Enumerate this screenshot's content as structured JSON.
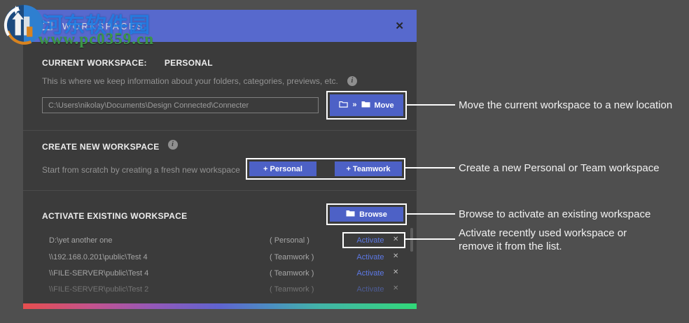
{
  "watermark": {
    "site_name": "河东软件园",
    "site_url": "www.pc0359.cn",
    "logo": "pc0359-logo"
  },
  "colors": {
    "titlebar_blue": "#5769cd",
    "dialog_bg": "#3b3b3b",
    "page_bg": "#4f4f4f",
    "button_blue": "#4d61c6",
    "activate_link": "#5d79e6",
    "highlight_outline": "#ffffff",
    "gradient_bar": [
      "#e64e4e",
      "#9458b8",
      "#5f64d0",
      "#42b3a8",
      "#30d978"
    ]
  },
  "icons": {
    "title_icon": "folder-outline",
    "info_glyph": "i",
    "close_glyph": "✕",
    "remove_glyph": "✕",
    "move_chevron": "»",
    "move_icon": "folder-to-folder",
    "browse_icon": "folder-filled"
  },
  "dialog": {
    "title": "WORKSPACES",
    "current": {
      "label": "CURRENT WORKSPACE:",
      "value": "PERSONAL",
      "description": "This is where we keep information about your folders, categories, previews, etc.",
      "path": "C:\\Users\\nikolay\\Documents\\Design Connected\\Connecter",
      "move_label": "Move"
    },
    "create": {
      "label": "CREATE NEW WORKSPACE",
      "description": "Start from scratch by creating a fresh new workspace",
      "personal_label": "+ Personal",
      "teamwork_label": "+ Teamwork"
    },
    "activate": {
      "label": "ACTIVATE EXISTING WORKSPACE",
      "browse_label": "Browse",
      "rows": [
        {
          "path": "D:\\yet another one",
          "type": "( Personal )",
          "action": "Activate"
        },
        {
          "path": "\\\\192.168.0.201\\public\\Test 4",
          "type": "( Teamwork )",
          "action": "Activate"
        },
        {
          "path": "\\\\FILE-SERVER\\public\\Test 4",
          "type": "( Teamwork )",
          "action": "Activate"
        },
        {
          "path": "\\\\FILE-SERVER\\public\\Test 2",
          "type": "( Teamwork )",
          "action": "Activate"
        }
      ]
    }
  },
  "annotations": [
    {
      "text": "Move the current workspace to a new location"
    },
    {
      "text": "Create a new Personal or Team workspace"
    },
    {
      "text": "Browse to activate an existing workspace"
    },
    {
      "text": "Activate recently used workspace or",
      "text2": "remove it from the list."
    }
  ]
}
